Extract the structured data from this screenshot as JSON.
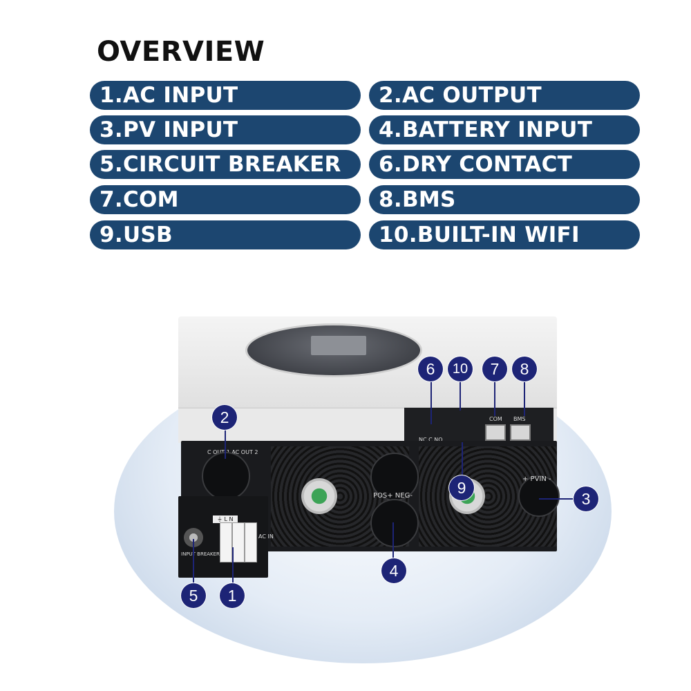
{
  "overview": {
    "title": "OVERVIEW",
    "items": [
      {
        "label": "1.AC INPUT"
      },
      {
        "label": "2.AC OUTPUT"
      },
      {
        "label": "3.PV INPUT"
      },
      {
        "label": "4.BATTERY INPUT"
      },
      {
        "label": "5.CIRCUIT BREAKER"
      },
      {
        "label": "6.DRY CONTACT"
      },
      {
        "label": "7.COM"
      },
      {
        "label": "8.BMS"
      },
      {
        "label": "9.USB"
      },
      {
        "label": "10.BUILT-IN WIFI"
      }
    ]
  },
  "callouts": [
    "1",
    "2",
    "3",
    "4",
    "5",
    "6",
    "7",
    "8",
    "9",
    "10"
  ],
  "device_labels": {
    "pv_in": "+ PVIN -",
    "battery": "POS+  NEG-",
    "ac_in": "AC IN",
    "input_breaker": "INPUT BREAKER",
    "terminals": "⏚  L  N",
    "dry_contact": "NC  C  NO",
    "com": "COM",
    "bms": "BMS",
    "ac_out": "C OUT 1  AC OUT 2"
  },
  "colors": {
    "pill_bg": "#1c4670",
    "badge_bg": "#1d2476",
    "pill_text": "#ffffff"
  }
}
